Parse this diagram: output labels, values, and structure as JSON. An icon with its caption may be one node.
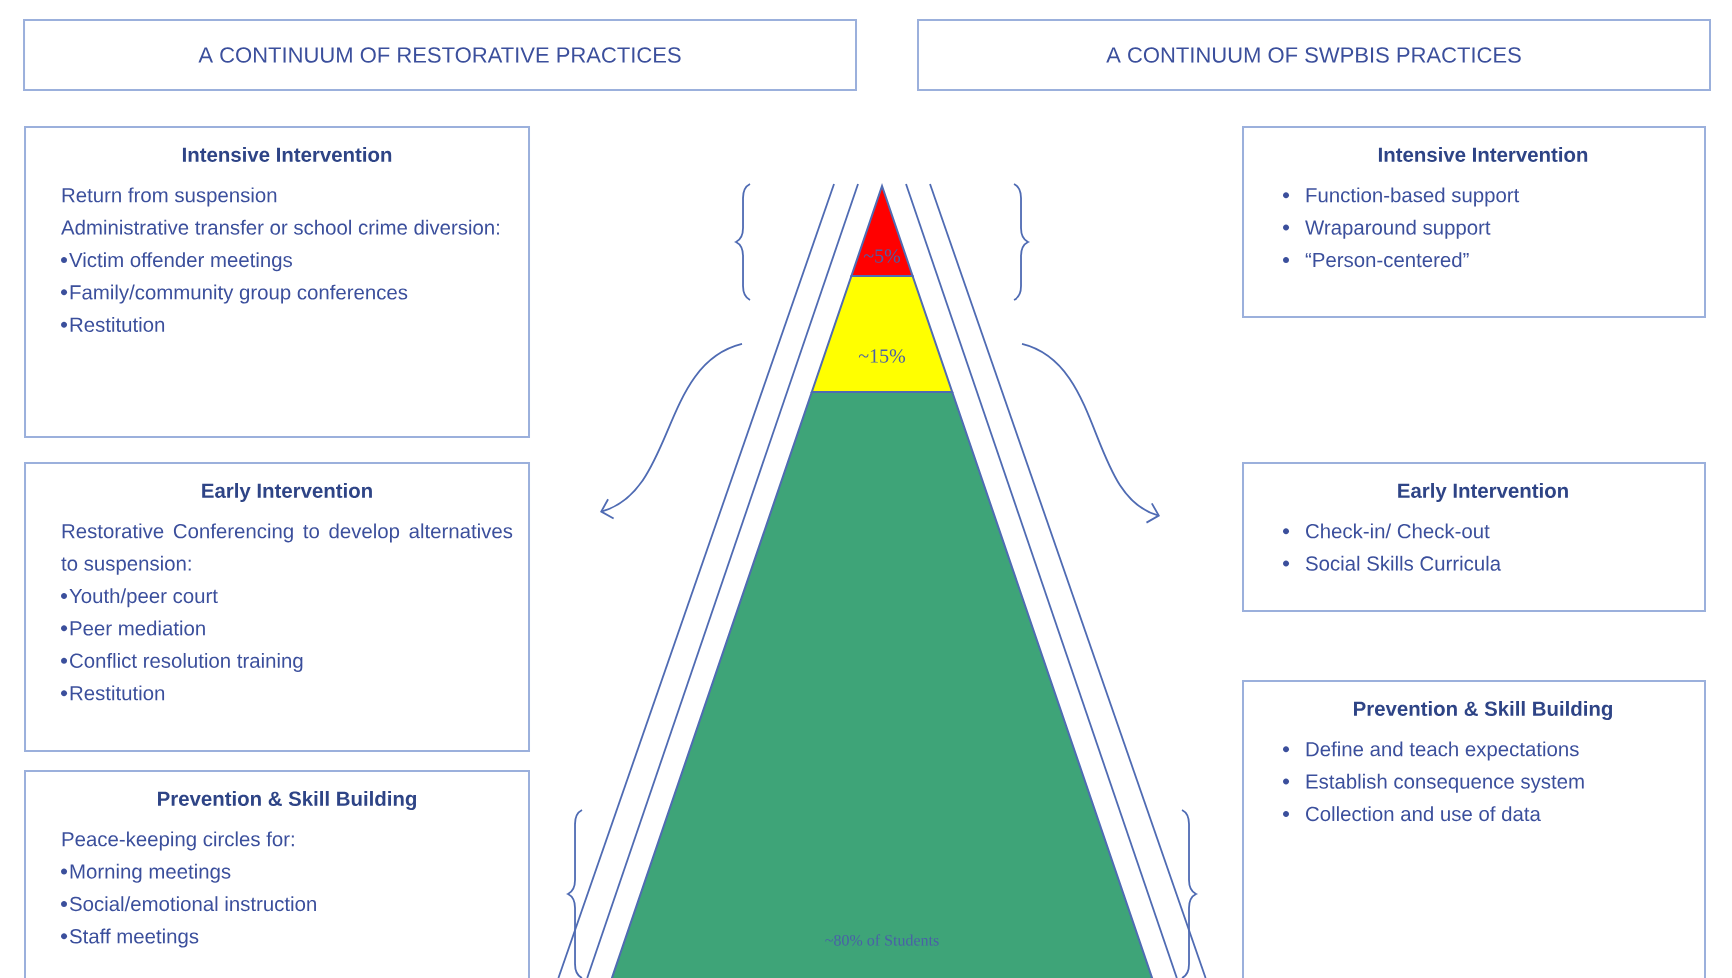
{
  "diagram": {
    "nodes": [
      {
        "text": [
          "A CONTINUUM OF RESTORATIVE PRACTICES"
        ]
      },
      {
        "text": [
          "A CONTINUUM OF SWPBIS PRACTICES"
        ]
      },
      {
        "text": [
          "Intensive Intervention",
          "Return from suspension",
          "Administrative transfer or school crime diversion:",
          "Victim offender meetings",
          "Family/community group conferences",
          "Restitution"
        ]
      },
      {
        "text": [
          "Early Intervention",
          "Restorative Conferencing to develop alternatives to suspension:",
          "Youth/peer court",
          "Peer mediation",
          "Conflict resolution training",
          "Restitution"
        ]
      },
      {
        "text": [
          "Prevention & Skill Building",
          "Peace-keeping circles for:",
          "Morning meetings",
          "Social/emotional instruction",
          "Staff meetings"
        ]
      },
      {
        "text": [
          "~5%"
        ]
      },
      {
        "text": [
          "~15%"
        ]
      },
      {
        "text": [
          "~80% of Students"
        ]
      },
      {
        "text": [
          "Intensive Intervention",
          "Function-based support",
          "Wraparound support",
          "“Person-centered”"
        ]
      },
      {
        "text": [
          "Early Intervention",
          "Check-in/ Check-out",
          "Social Skills Curricula"
        ]
      },
      {
        "text": [
          "Prevention & Skill Building",
          "Define and teach expectations",
          "Establish consequence system",
          "Collection and use of data"
        ]
      }
    ]
  }
}
